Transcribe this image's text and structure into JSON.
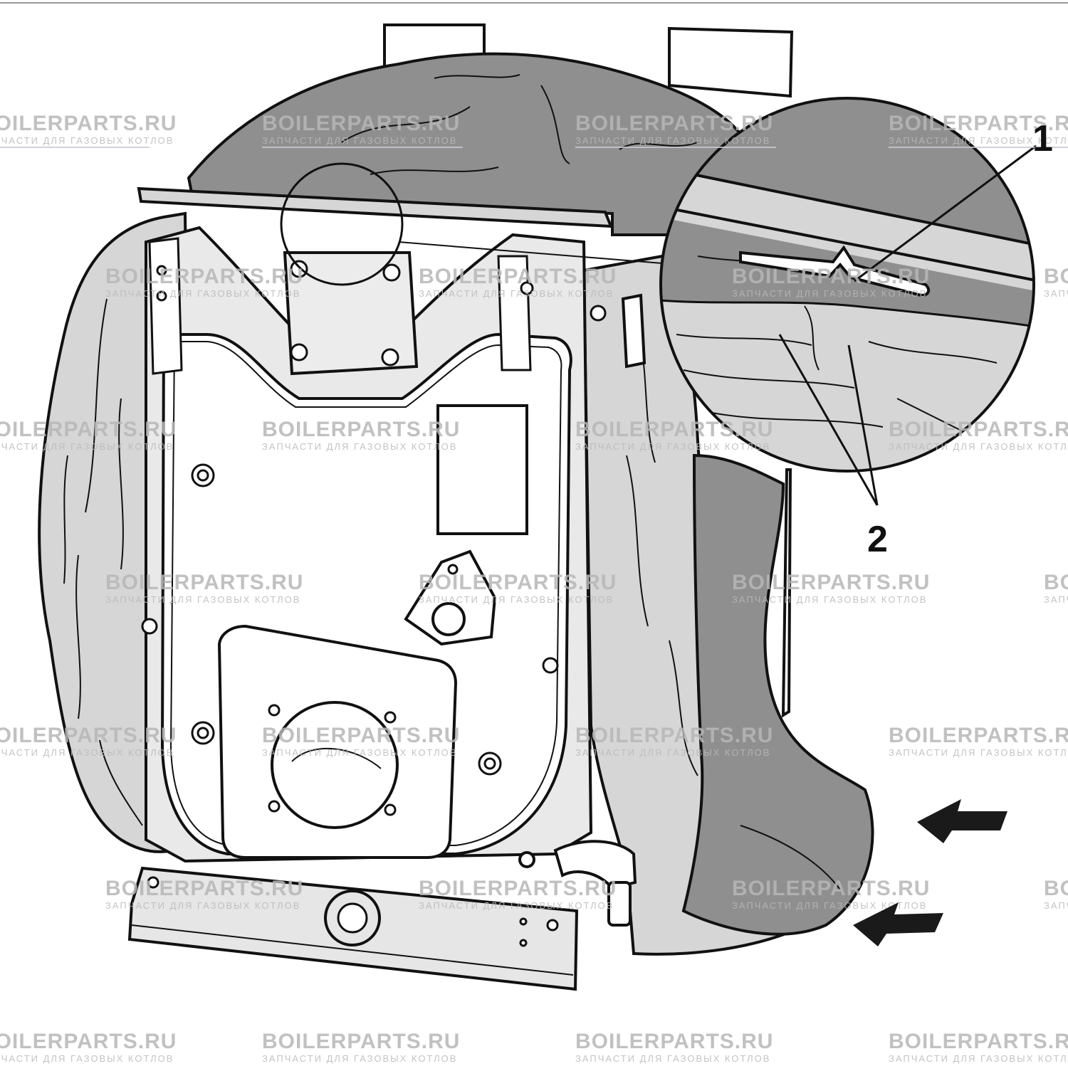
{
  "callouts": [
    {
      "label": "1"
    },
    {
      "label": "2"
    }
  ],
  "watermark": {
    "title": "BOILERPARTS.RU",
    "subtitle": "ЗАПЧАСТИ ДЛЯ ГАЗОВЫХ КОТЛОВ",
    "color": "#b7b7b7"
  },
  "colors": {
    "insulation_fill": "#8f8f8f",
    "light_fill": "#d6d6d6",
    "line": "#111111",
    "arrow": "#1a1a1a"
  },
  "icons": [
    "arrow-left-icon",
    "arrow-left-icon"
  ]
}
